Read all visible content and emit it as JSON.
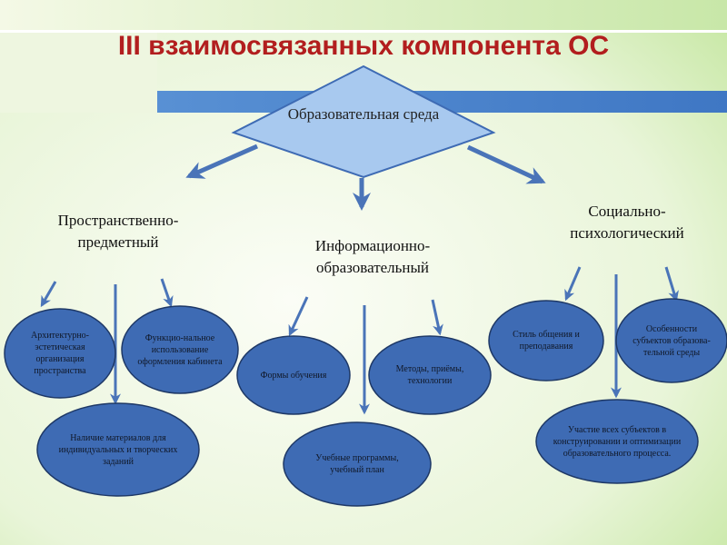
{
  "title": "III взаимосвязанных компонента ОС",
  "center": "Образовательная среда",
  "branches": {
    "spatial": "Пространственно-предметный",
    "informational": "Информационно-образовательный",
    "social": "Социально-психологический"
  },
  "nodes": {
    "architecture": "Архитектурно-эстетическая организация пространства",
    "functional": "Функцио-нальное использование оформления кабинета",
    "materials": "Наличие материалов для индивидуальных и творческих заданий",
    "forms": "Формы обучения",
    "methods": "Методы, приёмы, технологии",
    "programs": "Учебные программы, учебный план",
    "communication": "Стиль общения и преподавания",
    "features": "Особенности субъектов образова-тельной среды",
    "participation": "Участие всех субъектов в конструировании и оптимизации образовательного процесса."
  },
  "colors": {
    "title": "#b21e1e",
    "node_fill": "#3e6bb4",
    "node_stroke": "#1e3866",
    "arrow": "#4a74b8",
    "band": "#4e86cf",
    "diamond_fill": "#a8c9ef"
  }
}
